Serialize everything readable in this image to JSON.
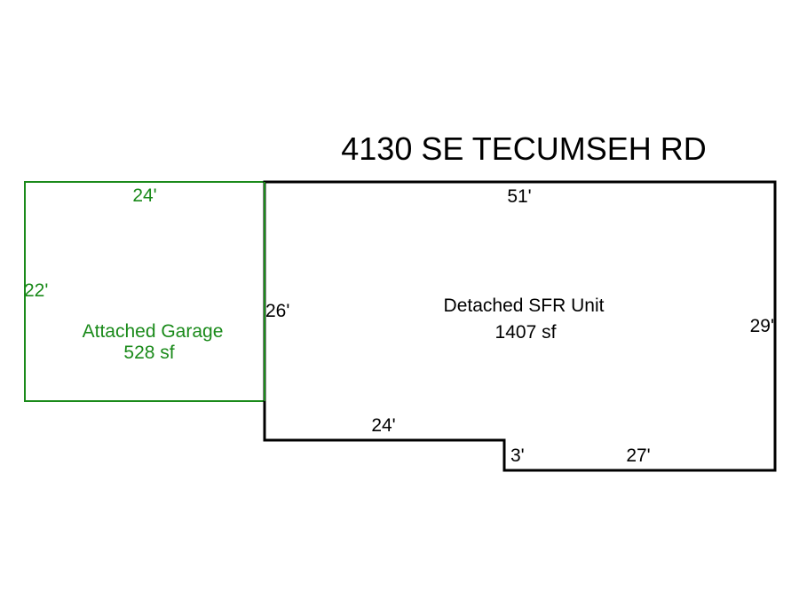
{
  "title": "4130 SE TECUMSEH RD",
  "colors": {
    "garage": "#1a8a1a",
    "house": "#000000"
  },
  "garage": {
    "name": "Attached Garage",
    "area": "528 sf",
    "dims": {
      "top": "24'",
      "left": "22'"
    }
  },
  "house": {
    "name": "Detached SFR Unit",
    "area": "1407 sf",
    "dims": {
      "top": "51'",
      "left": "26'",
      "right": "29'",
      "bottom_left": "24'",
      "step": "3'",
      "bottom_right": "27'"
    }
  }
}
